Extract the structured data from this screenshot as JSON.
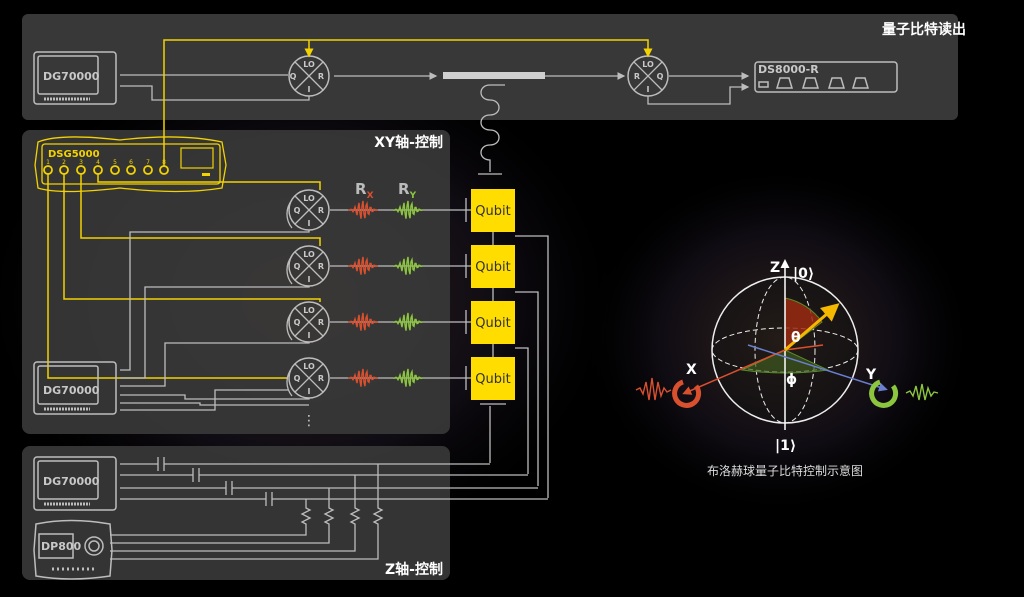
{
  "panels": {
    "readout": {
      "title": "量子比特读出"
    },
    "xy": {
      "title": "XY轴-控制"
    },
    "z": {
      "title": "Z轴-控制"
    }
  },
  "devices": {
    "awg_readout": "DG70000",
    "digitizer": "DS8000-R",
    "signal_gen": "DSG5000",
    "signal_gen_ports": [
      "1",
      "2",
      "3",
      "4",
      "5",
      "6",
      "7",
      "8"
    ],
    "awg_xy": "DG70000",
    "awg_z": "DG70000",
    "power_supply": "DP800"
  },
  "mixer_ports": {
    "lo": "LO",
    "r": "R",
    "i": "I",
    "q": "Q"
  },
  "pulse_labels": {
    "rx": "R",
    "rx_sub": "X",
    "ry": "R",
    "ry_sub": "Y"
  },
  "qubits": [
    "Qubit",
    "Qubit",
    "Qubit",
    "Qubit"
  ],
  "ellipsis": "⋮",
  "bloch": {
    "z_axis": "Z",
    "x_axis": "X",
    "y_axis": "Y",
    "ket0": "|0⟩",
    "ket1": "|1⟩",
    "theta": "θ",
    "phi": "ϕ",
    "caption": "布洛赫球量子比特控制示意图"
  },
  "colors": {
    "accent": "#f2d200",
    "x_axis": "#d9502f",
    "y_axis": "#8cc63f",
    "qubit": "#ffdd00"
  }
}
